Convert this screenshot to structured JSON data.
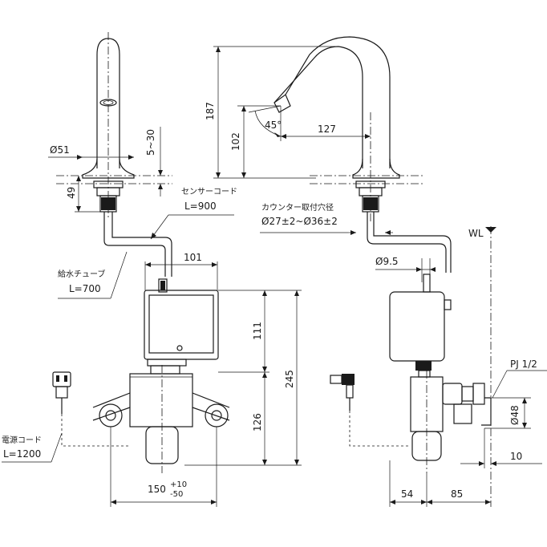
{
  "dimensions": {
    "d51": "Ø51",
    "r5_30": "5~30",
    "h49": "49",
    "h187": "187",
    "h102": "102",
    "a45": "45°",
    "w127": "127",
    "w101": "101",
    "h111": "111",
    "h245": "245",
    "h126": "126",
    "w150": "150",
    "tol_plus": "+10",
    "tol_minus": "-50",
    "d9_5": "Ø9.5",
    "w54": "54",
    "w85": "85",
    "d48": "Ø48",
    "w10": "10"
  },
  "labels": {
    "sensor_cord": "センサーコード",
    "sensor_len": "L=900",
    "supply_tube": "給水チューブ",
    "supply_len": "L=700",
    "power_cord": "電源コード",
    "power_len": "L=1200",
    "counter_hole": "カウンター取付穴径",
    "counter_size": "Ø27±2~Ø36±2",
    "wl": "WL",
    "pj": "PJ 1/2"
  }
}
